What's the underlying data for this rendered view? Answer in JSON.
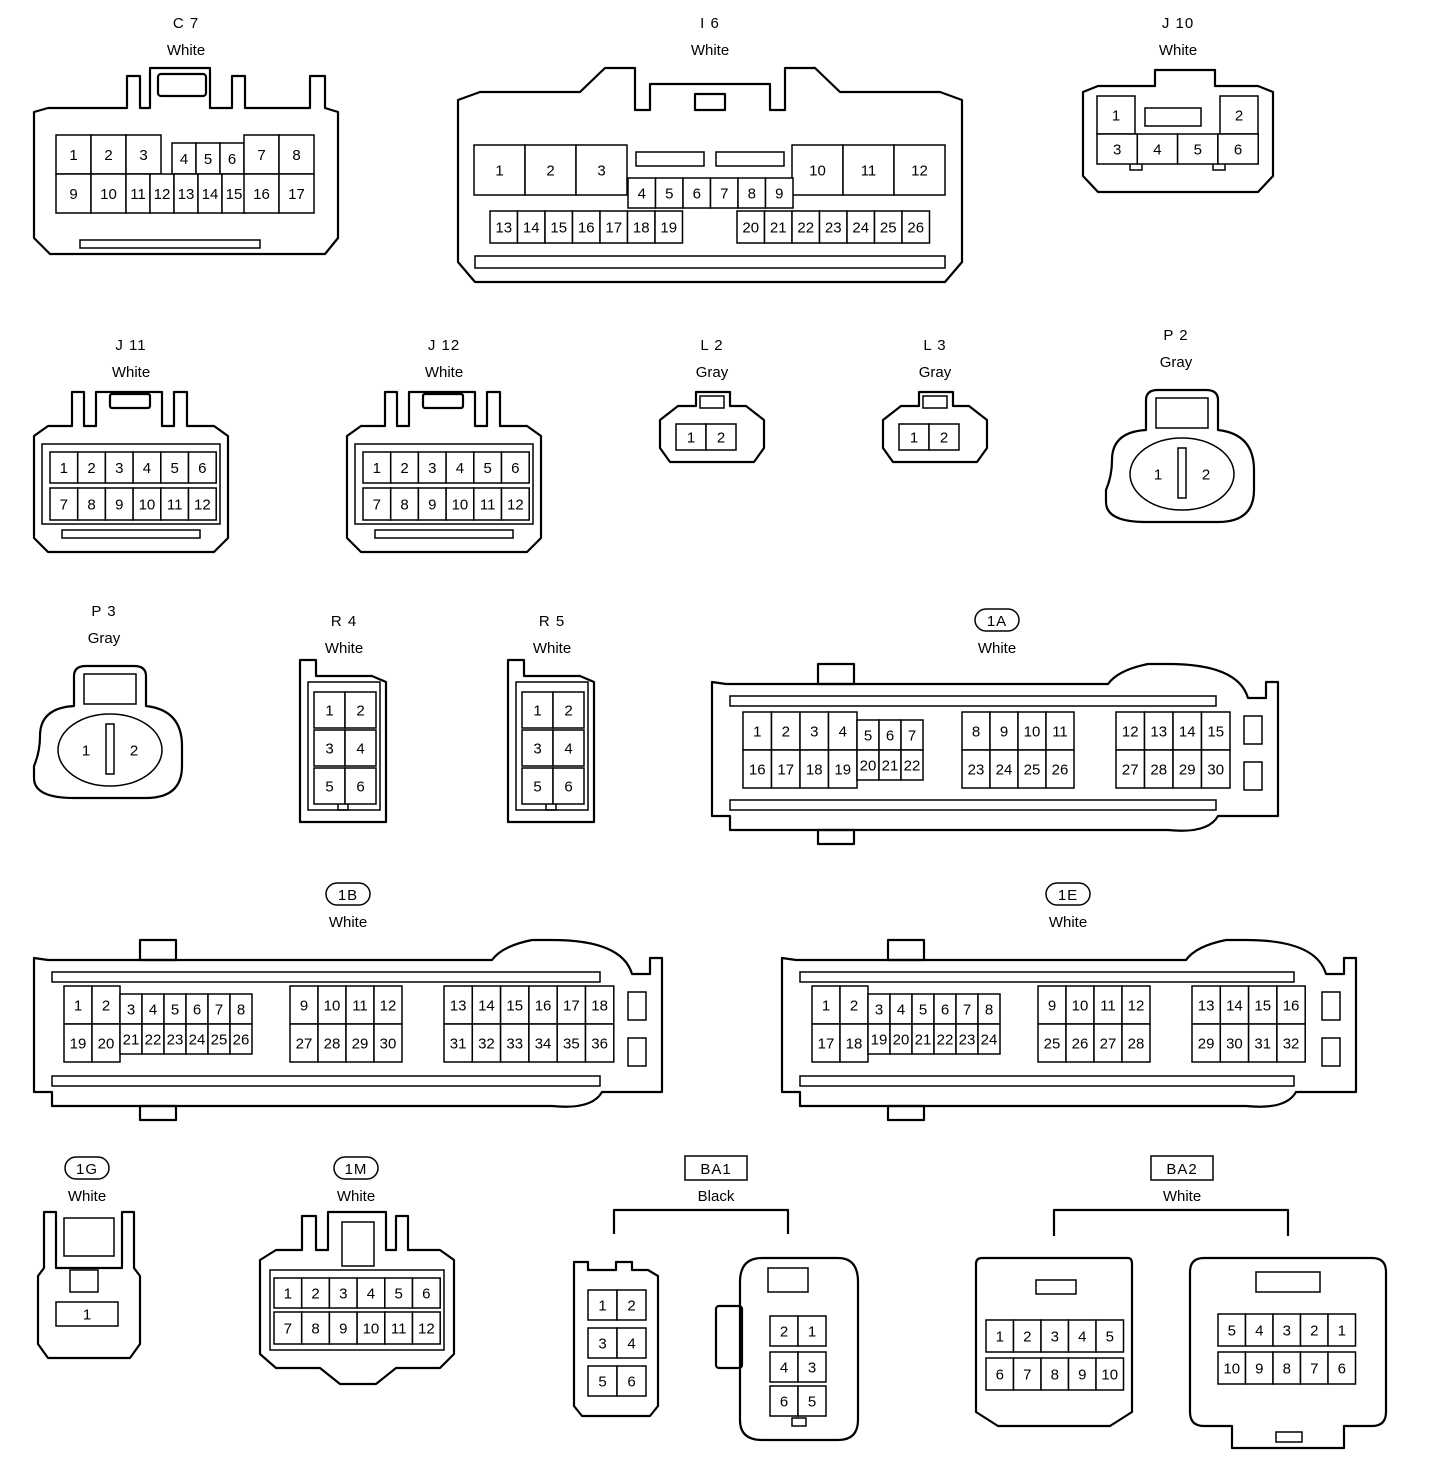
{
  "connectors": [
    {
      "id": "C 7",
      "color": "White",
      "badge": "plain",
      "pins": [
        [
          "1",
          "2",
          "3",
          "4",
          "5",
          "6",
          "7",
          "8"
        ],
        [
          "9",
          "10",
          "11",
          "12",
          "13",
          "14",
          "15",
          "16",
          "17"
        ]
      ]
    },
    {
      "id": "I 6",
      "color": "White",
      "badge": "plain",
      "pins": [
        [
          "1",
          "2",
          "3",
          "10",
          "11",
          "12"
        ],
        [
          "4",
          "5",
          "6",
          "7",
          "8",
          "9"
        ],
        [
          "13",
          "14",
          "15",
          "16",
          "17",
          "18",
          "19",
          "20",
          "21",
          "22",
          "23",
          "24",
          "25",
          "26"
        ]
      ]
    },
    {
      "id": "J 10",
      "color": "White",
      "badge": "plain",
      "pins": [
        [
          "1",
          "2"
        ],
        [
          "3",
          "4",
          "5",
          "6"
        ]
      ]
    },
    {
      "id": "J 11",
      "color": "White",
      "badge": "plain",
      "pins": [
        [
          "1",
          "2",
          "3",
          "4",
          "5",
          "6"
        ],
        [
          "7",
          "8",
          "9",
          "10",
          "11",
          "12"
        ]
      ]
    },
    {
      "id": "J 12",
      "color": "White",
      "badge": "plain",
      "pins": [
        [
          "1",
          "2",
          "3",
          "4",
          "5",
          "6"
        ],
        [
          "7",
          "8",
          "9",
          "10",
          "11",
          "12"
        ]
      ]
    },
    {
      "id": "L 2",
      "color": "Gray",
      "badge": "plain",
      "pins": [
        [
          "1",
          "2"
        ]
      ]
    },
    {
      "id": "L 3",
      "color": "Gray",
      "badge": "plain",
      "pins": [
        [
          "1",
          "2"
        ]
      ]
    },
    {
      "id": "P 2",
      "color": "Gray",
      "badge": "plain",
      "pins": [
        [
          "1",
          "2"
        ]
      ]
    },
    {
      "id": "P 3",
      "color": "Gray",
      "badge": "plain",
      "pins": [
        [
          "1",
          "2"
        ]
      ]
    },
    {
      "id": "R 4",
      "color": "White",
      "badge": "plain",
      "pins": [
        [
          "1",
          "2"
        ],
        [
          "3",
          "4"
        ],
        [
          "5",
          "6"
        ]
      ]
    },
    {
      "id": "R 5",
      "color": "White",
      "badge": "plain",
      "pins": [
        [
          "1",
          "2"
        ],
        [
          "3",
          "4"
        ],
        [
          "5",
          "6"
        ]
      ]
    },
    {
      "id": "1A",
      "color": "White",
      "badge": "rounded",
      "pins": [
        [
          "1",
          "2",
          "3",
          "4",
          "5",
          "6",
          "7",
          "8",
          "9",
          "10",
          "11",
          "12",
          "13",
          "14",
          "15"
        ],
        [
          "16",
          "17",
          "18",
          "19",
          "20",
          "21",
          "22",
          "23",
          "24",
          "25",
          "26",
          "27",
          "28",
          "29",
          "30"
        ]
      ]
    },
    {
      "id": "1B",
      "color": "White",
      "badge": "rounded",
      "pins": [
        [
          "1",
          "2",
          "3",
          "4",
          "5",
          "6",
          "7",
          "8",
          "9",
          "10",
          "11",
          "12",
          "13",
          "14",
          "15",
          "16",
          "17",
          "18"
        ],
        [
          "19",
          "20",
          "21",
          "22",
          "23",
          "24",
          "25",
          "26",
          "27",
          "28",
          "29",
          "30",
          "31",
          "32",
          "33",
          "34",
          "35",
          "36"
        ]
      ]
    },
    {
      "id": "1E",
      "color": "White",
      "badge": "rounded",
      "pins": [
        [
          "1",
          "2",
          "3",
          "4",
          "5",
          "6",
          "7",
          "8",
          "9",
          "10",
          "11",
          "12",
          "13",
          "14",
          "15",
          "16"
        ],
        [
          "17",
          "18",
          "19",
          "20",
          "21",
          "22",
          "23",
          "24",
          "25",
          "26",
          "27",
          "28",
          "29",
          "30",
          "31",
          "32"
        ]
      ]
    },
    {
      "id": "1G",
      "color": "White",
      "badge": "rounded",
      "pins": [
        [
          "1"
        ]
      ]
    },
    {
      "id": "1M",
      "color": "White",
      "badge": "rounded",
      "pins": [
        [
          "1",
          "2",
          "3",
          "4",
          "5",
          "6"
        ],
        [
          "7",
          "8",
          "9",
          "10",
          "11",
          "12"
        ]
      ]
    },
    {
      "id": "BA1",
      "color": "Black",
      "badge": "box",
      "pins": [
        [
          "1",
          "2"
        ],
        [
          "3",
          "4"
        ],
        [
          "5",
          "6"
        ]
      ],
      "mate_pins": [
        [
          "2",
          "1"
        ],
        [
          "4",
          "3"
        ],
        [
          "6",
          "5"
        ]
      ]
    },
    {
      "id": "BA2",
      "color": "White",
      "badge": "box",
      "pins": [
        [
          "1",
          "2",
          "3",
          "4",
          "5"
        ],
        [
          "6",
          "7",
          "8",
          "9",
          "10"
        ]
      ],
      "mate_pins": [
        [
          "5",
          "4",
          "3",
          "2",
          "1"
        ],
        [
          "10",
          "9",
          "8",
          "7",
          "6"
        ]
      ]
    }
  ]
}
